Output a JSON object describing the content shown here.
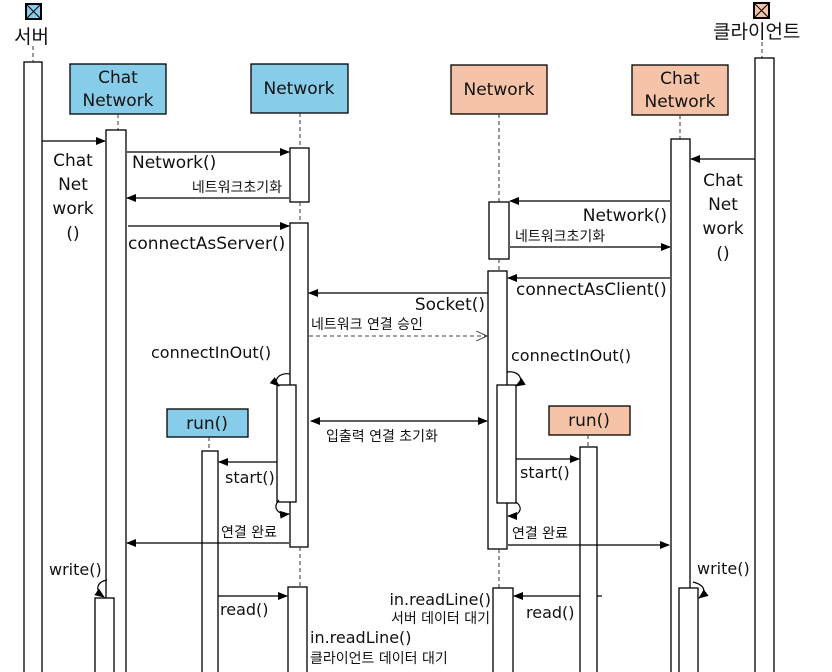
{
  "colors": {
    "server_fill": "#87cdea",
    "client_fill": "#f5c4a8",
    "stroke": "#000000"
  },
  "actors": {
    "server": {
      "label": "서버",
      "icon": "actor-box-icon"
    },
    "client": {
      "label": "클라이언트",
      "icon": "actor-box-icon"
    }
  },
  "participants": {
    "server_chatnetwork": {
      "line1": "Chat",
      "line2": "Network"
    },
    "server_network": {
      "label": "Network"
    },
    "client_network": {
      "label": "Network"
    },
    "client_chatnetwork": {
      "line1": "Chat",
      "line2": "Network"
    },
    "server_run": {
      "label": "run()"
    },
    "client_run": {
      "label": "run()"
    }
  },
  "messages": {
    "server_create_chat": {
      "lines": [
        "Chat",
        "Net",
        "work",
        "()"
      ]
    },
    "client_create_chat": {
      "lines": [
        "Chat",
        "Net",
        "work",
        "()"
      ]
    },
    "server_network_ctor": "Network()",
    "server_network_init": "네트워크초기화",
    "server_connect": "connectAsServer()",
    "client_network_ctor": "Network()",
    "client_network_init": "네트워크초기화",
    "client_connect": "connectAsClient()",
    "socket": "Socket()",
    "socket_accept": "네트워크 연결 승인",
    "server_connect_inout": "connectInOut()",
    "client_connect_inout": "connectInOut()",
    "io_init": "입출력 연결 초기화",
    "server_start": "start()",
    "client_start": "start()",
    "server_connected": "연결 완료",
    "client_connected": "연결 완료",
    "server_write": "write()",
    "client_write": "write()",
    "server_read": "read()",
    "client_read": "read()",
    "server_readline": "in.readLine()",
    "server_wait": "서버 데이터 대기",
    "client_readline": "in.readLine()",
    "client_wait": "클라이언트 데이터 대기"
  }
}
